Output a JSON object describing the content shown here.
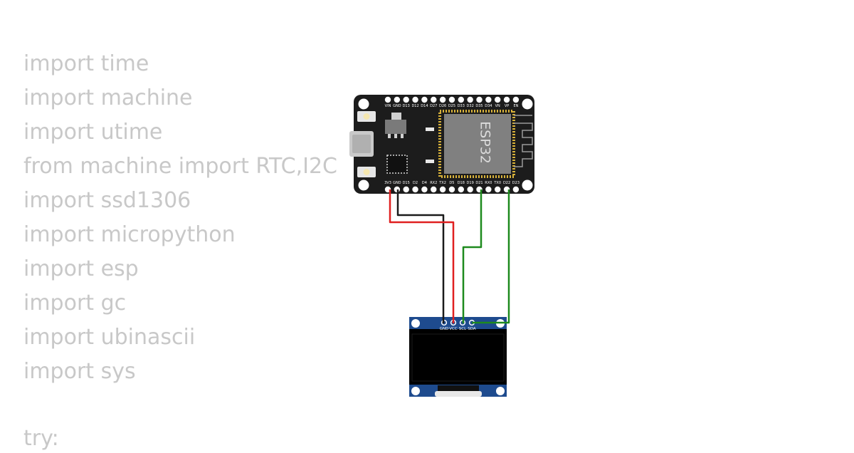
{
  "code": {
    "lines": [
      "import time",
      "import machine",
      "import utime",
      "from machine import RTC,I2C",
      "import ssd1306",
      "import micropython",
      "import esp",
      "import gc",
      "import ubinascii",
      "import sys"
    ],
    "tail": "try:"
  },
  "esp32": {
    "chip_label": "ESP32",
    "top_pins": [
      "VIN",
      "GND",
      "D13",
      "D12",
      "D14",
      "D27",
      "D26",
      "D25",
      "D33",
      "D32",
      "D35",
      "D34",
      "VN",
      "VP",
      "EN"
    ],
    "bottom_pins": [
      "3V3",
      "GND",
      "D15",
      "D2",
      "D4",
      "RX2",
      "TX2",
      "D5",
      "D18",
      "D19",
      "D21",
      "RX0",
      "TX0",
      "D22",
      "D23"
    ],
    "board_color": "#1c1c1c",
    "chip_color": "#808080"
  },
  "oled": {
    "pins": [
      "GND",
      "VCC",
      "SCL",
      "SDA"
    ],
    "pcb_color": "#1e4b8e",
    "screen_color": "#000000"
  },
  "wires": {
    "gnd_color": "#1a1a1a",
    "vcc_color": "#e02020",
    "i2c_color": "#1e8a1e"
  }
}
